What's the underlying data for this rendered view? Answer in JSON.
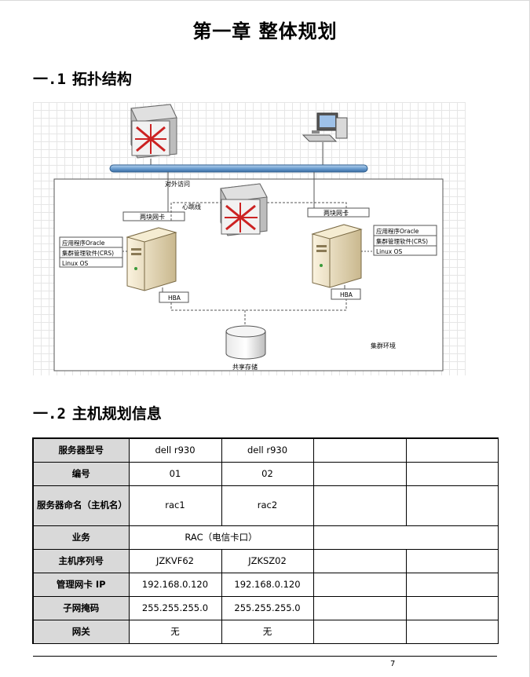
{
  "chapter_title": "第一章 整体规划",
  "section1": {
    "num": "一.1",
    "title": "拓扑结构"
  },
  "section2": {
    "num": "一.2",
    "title": "主机规划信息"
  },
  "diagram": {
    "external_access": "对外访问",
    "heartbeat": "心跳线",
    "nic_left": "两块网卡",
    "nic_right": "两块网卡",
    "hba_left": "HBA",
    "hba_right": "HBA",
    "stack_left": [
      "应用程序Oracle",
      "集群管理软件(CRS)",
      "Linux OS"
    ],
    "stack_right": [
      "应用程序Oracle",
      "集群管理软件(CRS)",
      "Linux OS"
    ],
    "shared_storage": "共享存储",
    "cluster_env": "集群环境"
  },
  "table": {
    "rows": [
      [
        "服务器型号",
        "dell r930",
        "dell r930",
        "",
        ""
      ],
      [
        "编号",
        "01",
        "02",
        "",
        ""
      ],
      [
        "服务器命名（主机名）",
        "rac1",
        "rac2",
        "",
        ""
      ],
      [
        "业务",
        "RAC（电信卡口）",
        "",
        "",
        ""
      ],
      [
        "主机序列号",
        "JZKVF62",
        "JZKSZ02",
        "",
        ""
      ],
      [
        "管理网卡 IP",
        "192.168.0.120",
        "192.168.0.120",
        "",
        ""
      ],
      [
        "子网掩码",
        "255.255.255.0",
        "255.255.255.0",
        "",
        ""
      ],
      [
        "网关",
        "无",
        "无",
        "",
        ""
      ]
    ]
  },
  "page_number": "7"
}
